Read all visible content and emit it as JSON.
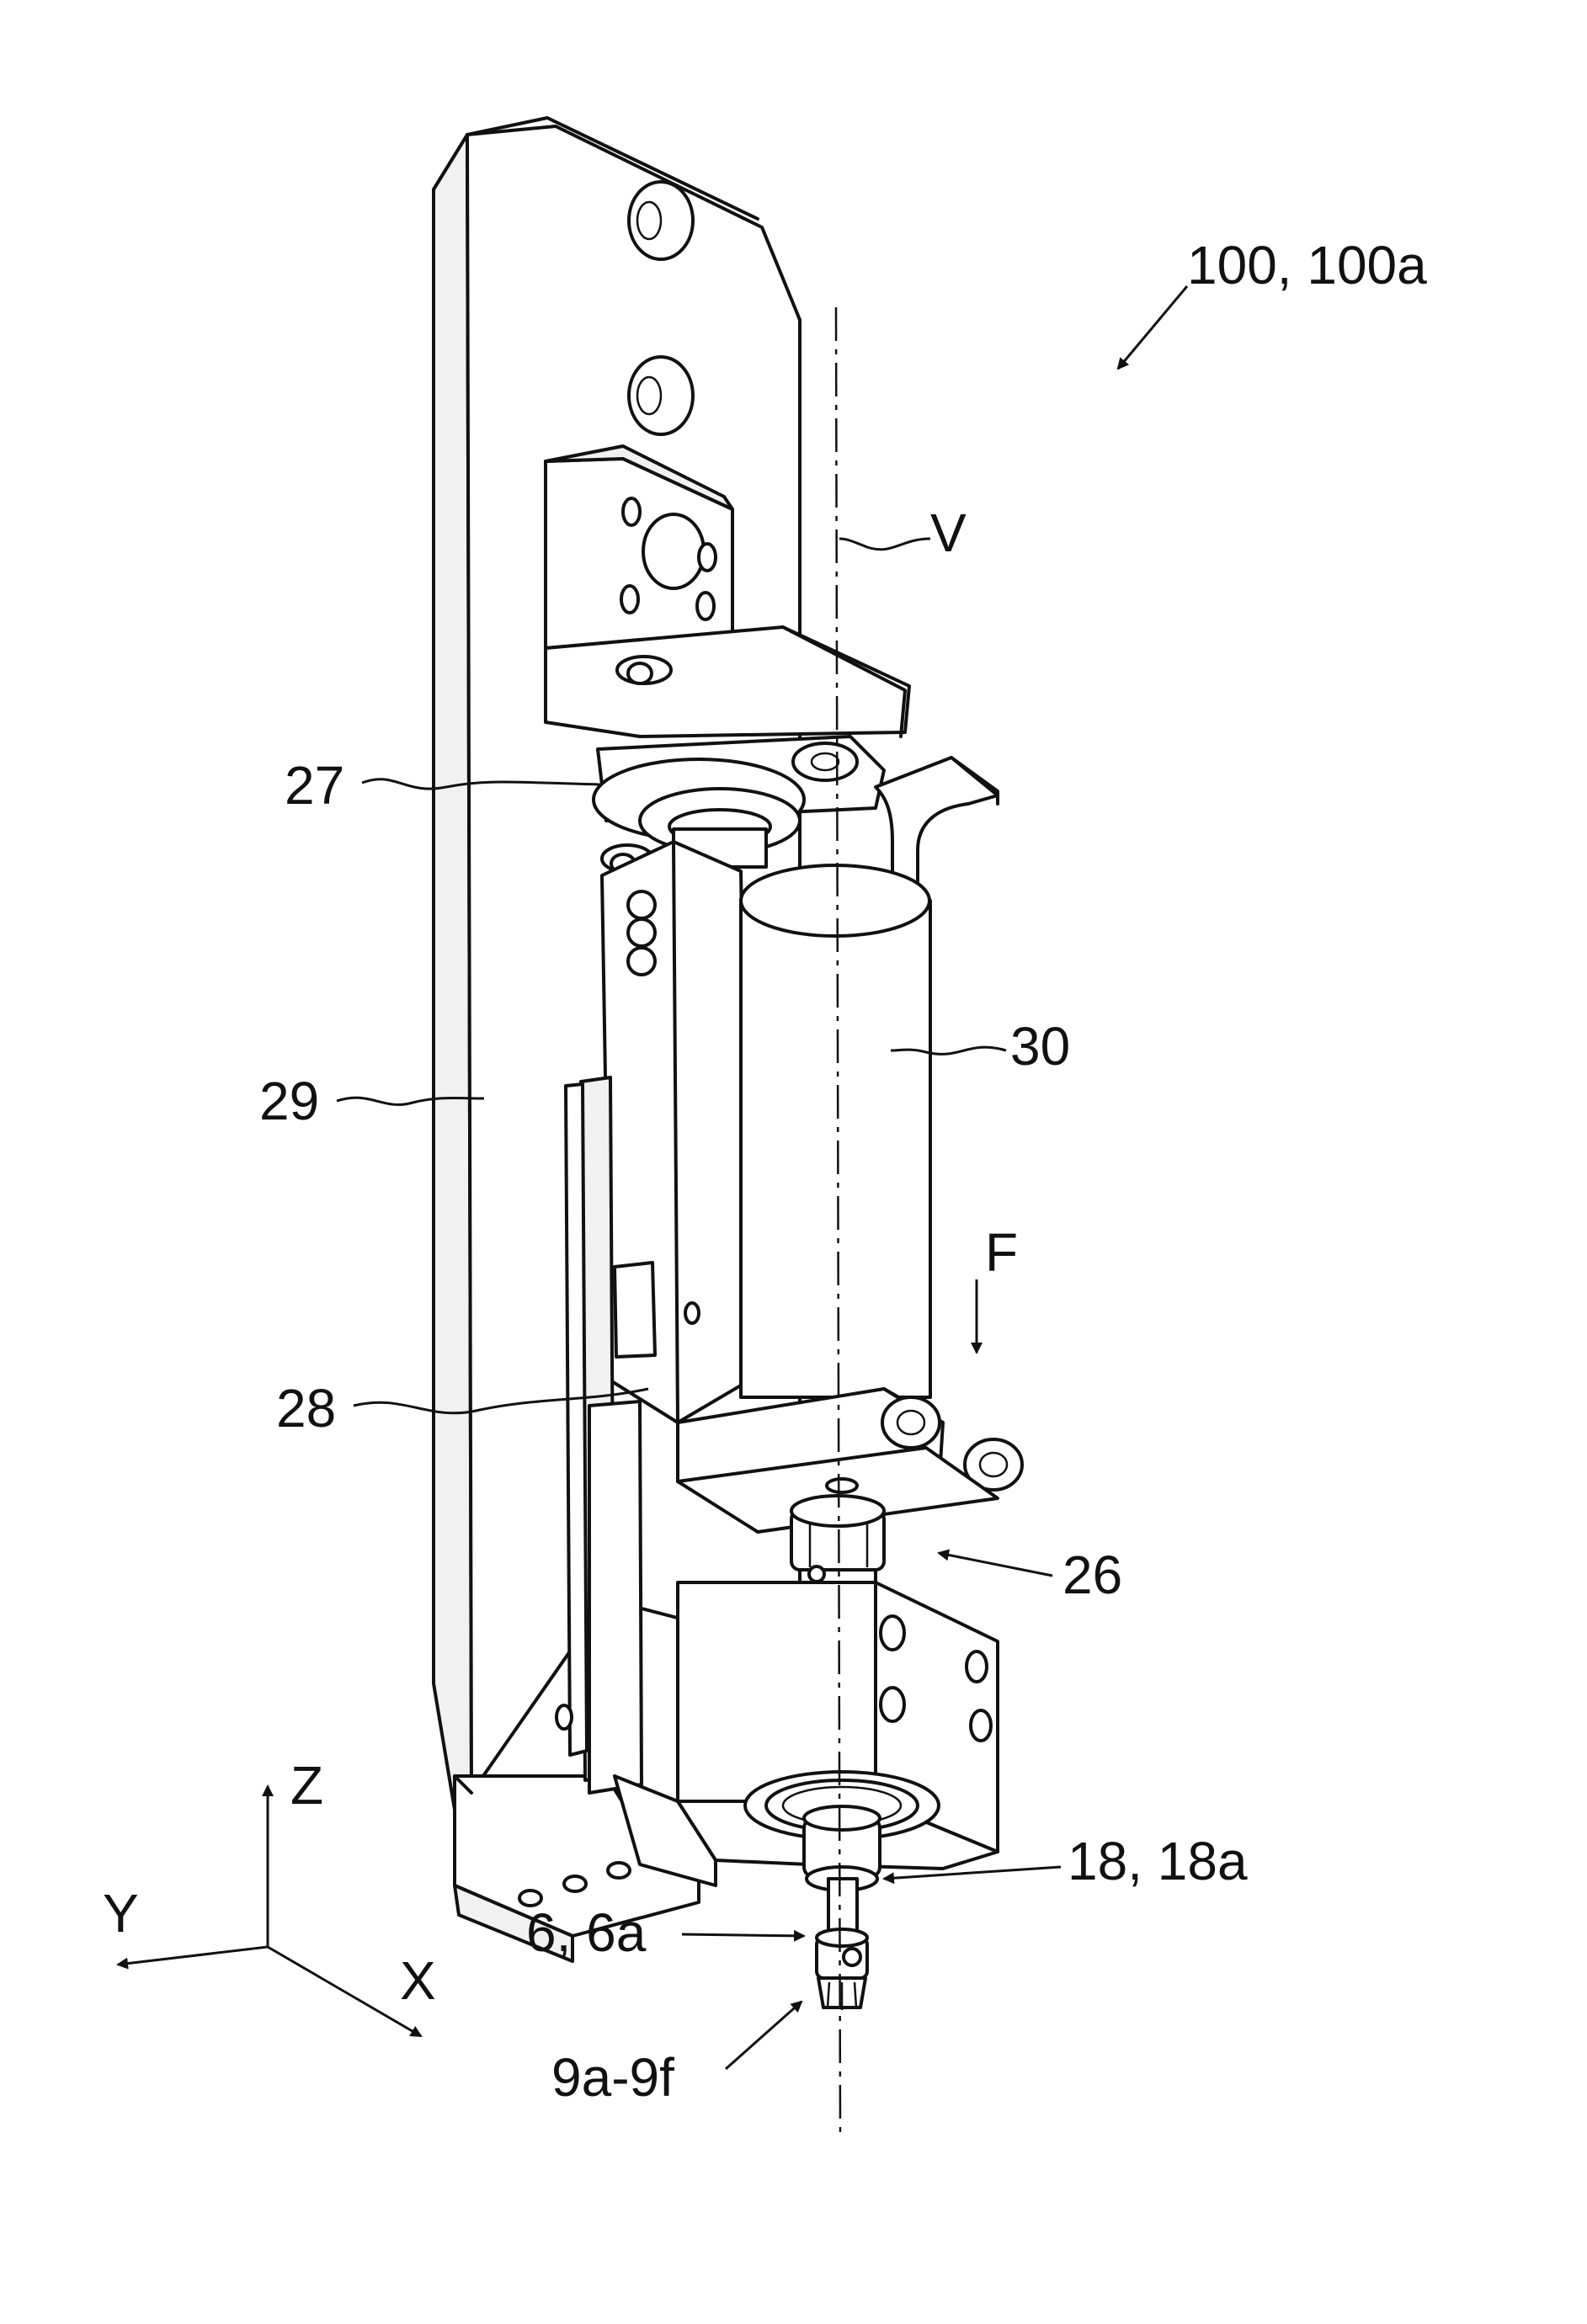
{
  "figure": {
    "assembly_label": "100, 100a",
    "axis_label": "V",
    "force_label": "F",
    "parts": {
      "p27": "27",
      "p29": "29",
      "p30": "30",
      "p28": "28",
      "p26": "26",
      "p18": "18, 18a",
      "p6": "6, 6a",
      "p9": "9a-9f"
    },
    "coordinate_axes": {
      "z": "Z",
      "y": "Y",
      "x": "X"
    }
  }
}
